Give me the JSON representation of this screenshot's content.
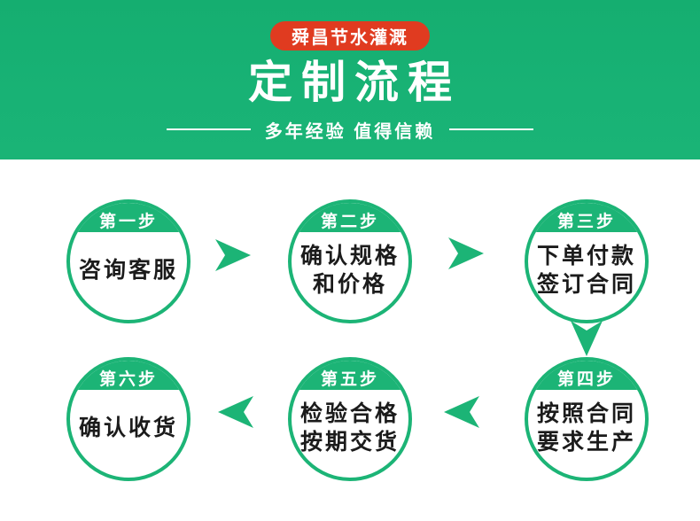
{
  "colors": {
    "header_green": "#18b275",
    "accent_green": "#1cb476",
    "badge_red": "#e03b20",
    "text_dark": "#1b1b1b",
    "white": "#ffffff"
  },
  "header": {
    "badge_label": "舜昌节水灌溉",
    "title": "定制流程",
    "subtitle": "多年经验 值得信赖"
  },
  "steps": [
    {
      "label": "第一步",
      "lines": [
        "咨询客服"
      ]
    },
    {
      "label": "第二步",
      "lines": [
        "确认规格",
        "和价格"
      ]
    },
    {
      "label": "第三步",
      "lines": [
        "下单付款",
        "签订合同"
      ]
    },
    {
      "label": "第四步",
      "lines": [
        "按照合同",
        "要求生产"
      ]
    },
    {
      "label": "第五步",
      "lines": [
        "检验合格",
        "按期交货"
      ]
    },
    {
      "label": "第六步",
      "lines": [
        "确认收货"
      ]
    }
  ],
  "flow": {
    "arrow_directions": [
      "right",
      "right",
      "down",
      "left",
      "left"
    ]
  }
}
